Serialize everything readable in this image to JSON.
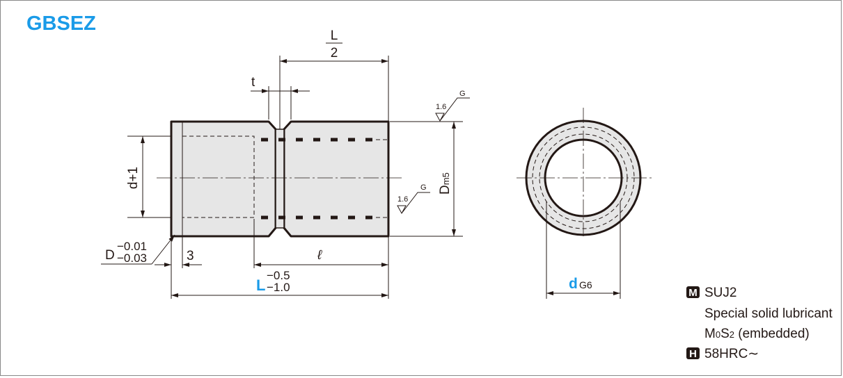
{
  "title": "GBSEZ",
  "dimensions": {
    "L_half_num": "L",
    "L_half_den": "2",
    "t": "t",
    "d_plus_1": "d+1",
    "Dm5_D": "D",
    "Dm5_sub": "m5",
    "D": "D",
    "D_upper": "−0.01",
    "D_lower": "−0.03",
    "chamfer": "3",
    "ell": "ℓ",
    "L": "L",
    "L_upper": "−0.5",
    "L_lower": "−1.0",
    "dG6_d": "d",
    "dG6_sub": "G6"
  },
  "surface_finish": [
    {
      "roughness": "1.6",
      "grade": "G"
    },
    {
      "roughness": "1.6",
      "grade": "G"
    }
  ],
  "specs": {
    "material_badge": "M",
    "material": "SUJ2",
    "lubricant_line1": "Special solid lubricant",
    "lubricant_line2_a": "M",
    "lubricant_line2_b": "0",
    "lubricant_line2_c": "S",
    "lubricant_line2_d": "2",
    "lubricant_line2_e": " (embedded)",
    "hardness_badge": "H",
    "hardness": "58HRC∼"
  },
  "colors": {
    "accent": "#1a9be8",
    "fill": "#e6e6e6",
    "line": "#231815"
  }
}
